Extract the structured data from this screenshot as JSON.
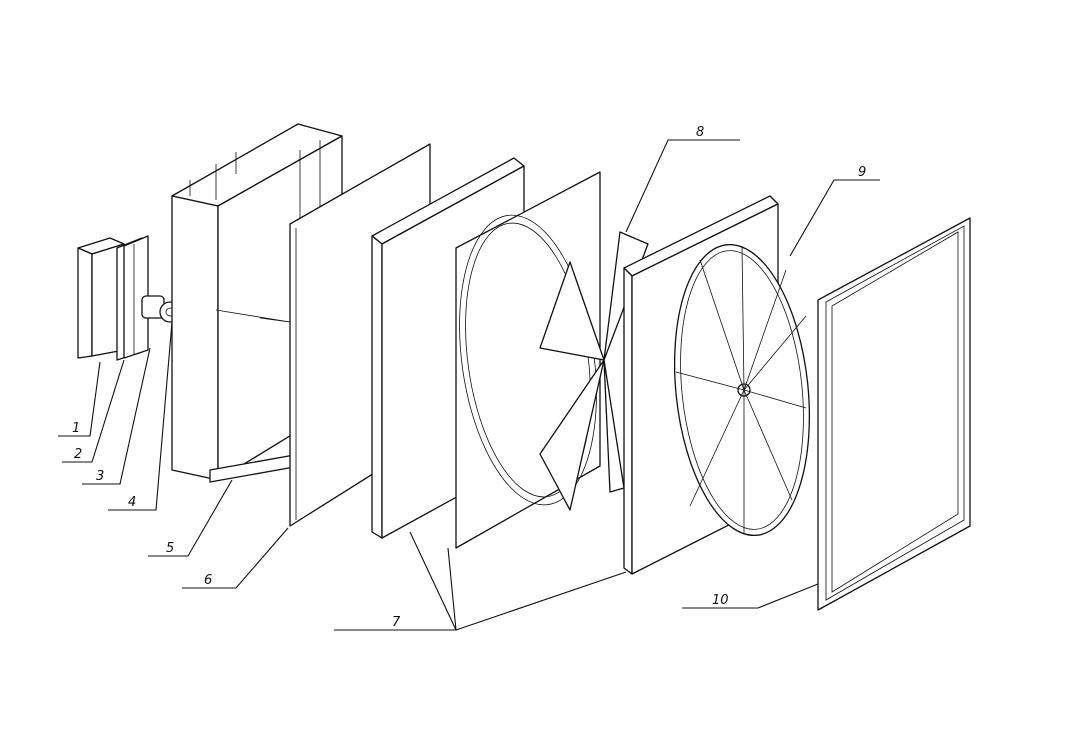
{
  "diagram": {
    "type": "exploded-assembly-drawing",
    "callouts": [
      "1",
      "2",
      "3",
      "4",
      "5",
      "6",
      "7",
      "8",
      "9",
      "10"
    ],
    "stroke_color": "#111111",
    "background_color": "#ffffff"
  }
}
